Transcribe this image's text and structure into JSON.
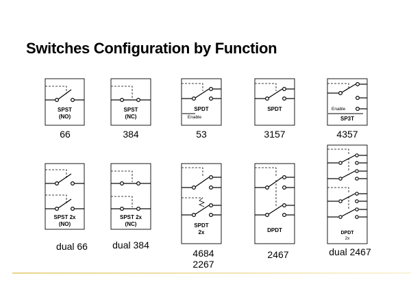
{
  "title": "Switches Configuration by Function",
  "switches": [
    {
      "id": "spst-no",
      "lines": [
        "SPST",
        "(NO)"
      ],
      "number": "66"
    },
    {
      "id": "spst-nc",
      "lines": [
        "SPST",
        "(NC)"
      ],
      "number": "384"
    },
    {
      "id": "spdt-enable",
      "lines": [
        "SPDT"
      ],
      "enable_label": "Enable",
      "number": "53"
    },
    {
      "id": "spdt",
      "lines": [
        "SPDT"
      ],
      "number": "3157"
    },
    {
      "id": "sp3t",
      "lines": [
        "SP3T"
      ],
      "enable_label": "Enable",
      "number": "4357"
    },
    {
      "id": "dual-spst-no",
      "lines": [
        "SPST 2x",
        "(NO)"
      ],
      "number": "dual 66"
    },
    {
      "id": "dual-spst-nc",
      "lines": [
        "SPST 2x",
        "(NC)"
      ],
      "number": "dual 384"
    },
    {
      "id": "dual-spdt",
      "lines": [
        "SPDT",
        "2x"
      ],
      "number_lines": [
        "4684",
        "2267"
      ]
    },
    {
      "id": "dpdt",
      "lines": [
        "DPDT"
      ],
      "number": "2467"
    },
    {
      "id": "dual-dpdt",
      "lines": [
        "DPDT",
        "2x"
      ],
      "number": "dual 2467"
    }
  ]
}
